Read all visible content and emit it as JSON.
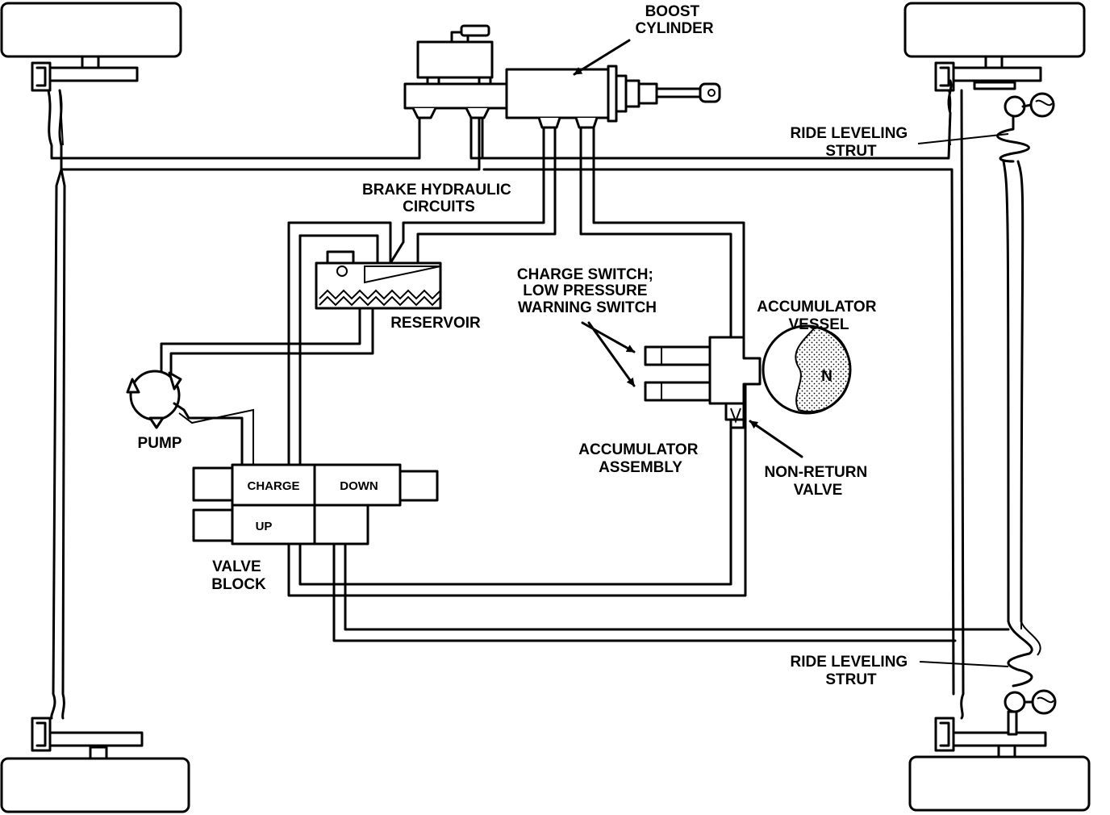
{
  "labels": {
    "boost_cylinder": [
      "BOOST",
      "CYLINDER"
    ],
    "ride_leveling_strut_top": [
      "RIDE LEVELING",
      "STRUT"
    ],
    "brake_hydraulic_circuits": [
      "BRAKE HYDRAULIC",
      "CIRCUITS"
    ],
    "charge_switch": [
      "CHARGE SWITCH;",
      "LOW PRESSURE",
      "WARNING SWITCH"
    ],
    "accumulator_vessel": [
      "ACCUMULATOR",
      "VESSEL"
    ],
    "reservoir": "RESERVOIR",
    "pump": "PUMP",
    "accumulator_assembly": [
      "ACCUMULATOR",
      "ASSEMBLY"
    ],
    "non_return_valve": [
      "NON-RETURN",
      "VALVE"
    ],
    "valve_block": [
      "VALVE",
      "BLOCK"
    ],
    "ride_leveling_strut_bottom": [
      "RIDE LEVELING",
      "STRUT"
    ],
    "nitrogen": "N"
  },
  "valve_block": {
    "charge": "CHARGE",
    "down": "DOWN",
    "up": "UP"
  }
}
